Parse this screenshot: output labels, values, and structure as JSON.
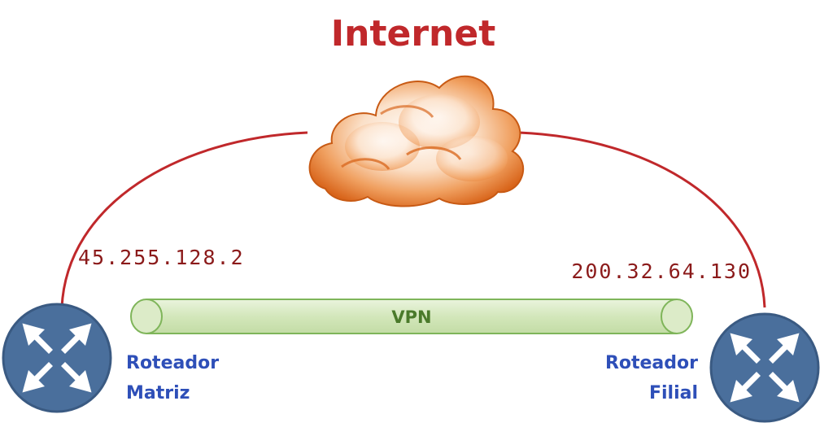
{
  "title": "Internet",
  "colors": {
    "link": "#c0282b",
    "ip_text": "#8b1a1a",
    "title": "#c0282b",
    "router_label": "#2e4fb8",
    "router_fill": "#4a6f9c",
    "router_stroke": "#3a5a82",
    "vpn_fill": "#dcebc8",
    "vpn_stroke": "#7fb55a",
    "vpn_text": "#4a7a2a",
    "cloud_main": "#e87a28"
  },
  "routers": {
    "matriz": {
      "ip": "45.255.128.2",
      "label_line1": "Roteador",
      "label_line2": "Matriz",
      "icon": "router-icon"
    },
    "filial": {
      "ip": "200.32.64.130",
      "label_line1": "Roteador",
      "label_line2": "Filial",
      "icon": "router-icon"
    }
  },
  "vpn": {
    "label": "VPN"
  },
  "cloud": {
    "icon": "cloud-icon"
  }
}
